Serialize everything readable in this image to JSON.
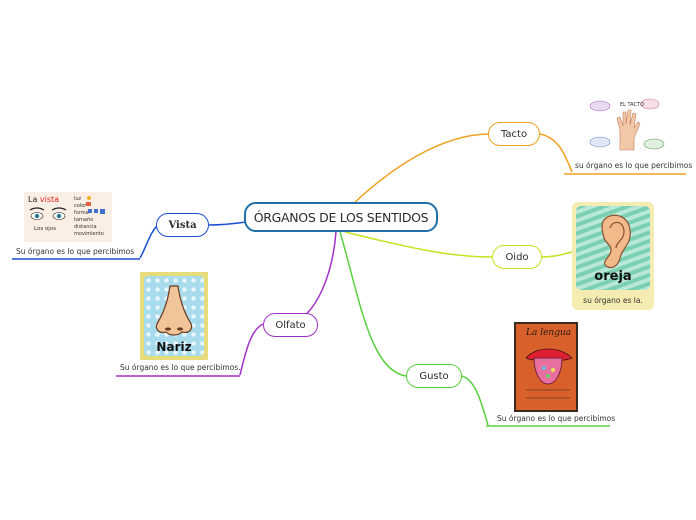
{
  "central": {
    "label": "ÓRGANOS DE LOS SENTIDOS"
  },
  "branches": {
    "tacto": {
      "label": "Tacto",
      "color": "#f0a020",
      "caption": "su órgano es lo que percibimos"
    },
    "oido": {
      "label": "Oido",
      "color": "#c8e020",
      "caption": "su órgano es la."
    },
    "gusto": {
      "label": "Gusto",
      "color": "#58d040",
      "caption": "Su órgano es lo que percibimos"
    },
    "olfato": {
      "label": "Olfato",
      "color": "#a030c8",
      "caption": "Su órgano es lo que percibimos."
    },
    "vista": {
      "label": "Vista",
      "color": "#1a4fd0",
      "caption": "Su órgano es lo que percibimos"
    }
  },
  "images": {
    "vista": {
      "title_la": "La",
      "title_vista": "vista",
      "eyes_label": "Los ojos",
      "items": [
        "luz",
        "color",
        "forma",
        "tamaño",
        "distancia",
        "movimiento"
      ]
    },
    "oreja": {
      "label": "oreja"
    },
    "nariz": {
      "label": "Nariz"
    },
    "lengua": {
      "title": "La lengua"
    },
    "tacto": {
      "center_label": "EL TACTO"
    }
  }
}
